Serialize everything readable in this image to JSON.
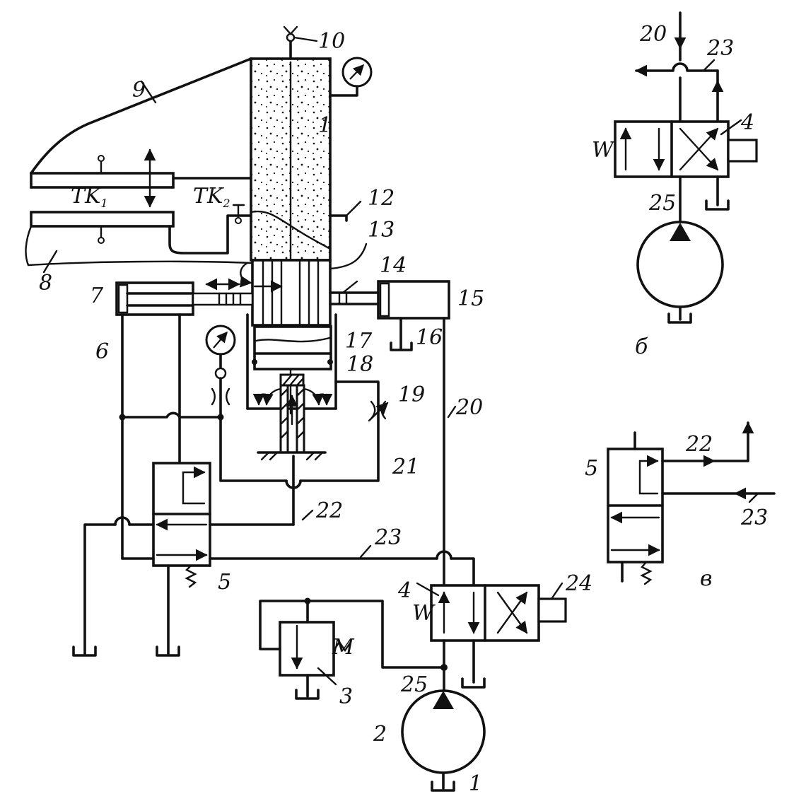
{
  "diagram": {
    "labels": {
      "n1_cyl": "1",
      "n1_tank": "1",
      "n2": "2",
      "n3": "3",
      "n4": "4",
      "n4_b": "4",
      "n5": "5",
      "n5_v": "5",
      "n6": "6",
      "n7": "7",
      "n8": "8",
      "n9": "9",
      "n10": "10",
      "n12": "12",
      "n13": "13",
      "n14": "14",
      "n15": "15",
      "n16": "16",
      "n17": "17",
      "n18": "18",
      "n19": "19",
      "n20": "20",
      "n20_b": "20",
      "n21": "21",
      "n22": "22",
      "n22_v": "22",
      "n23": "23",
      "n23_b": "23",
      "n23_v": "23",
      "n24": "24",
      "n25": "25",
      "n25_b": "25",
      "tk1": "TK",
      "tk1_sub": "1",
      "tk2": "TK",
      "tk2_sub": "2",
      "sub_b": "б",
      "sub_v": "в",
      "w_main": "W",
      "w_b": "W"
    }
  }
}
